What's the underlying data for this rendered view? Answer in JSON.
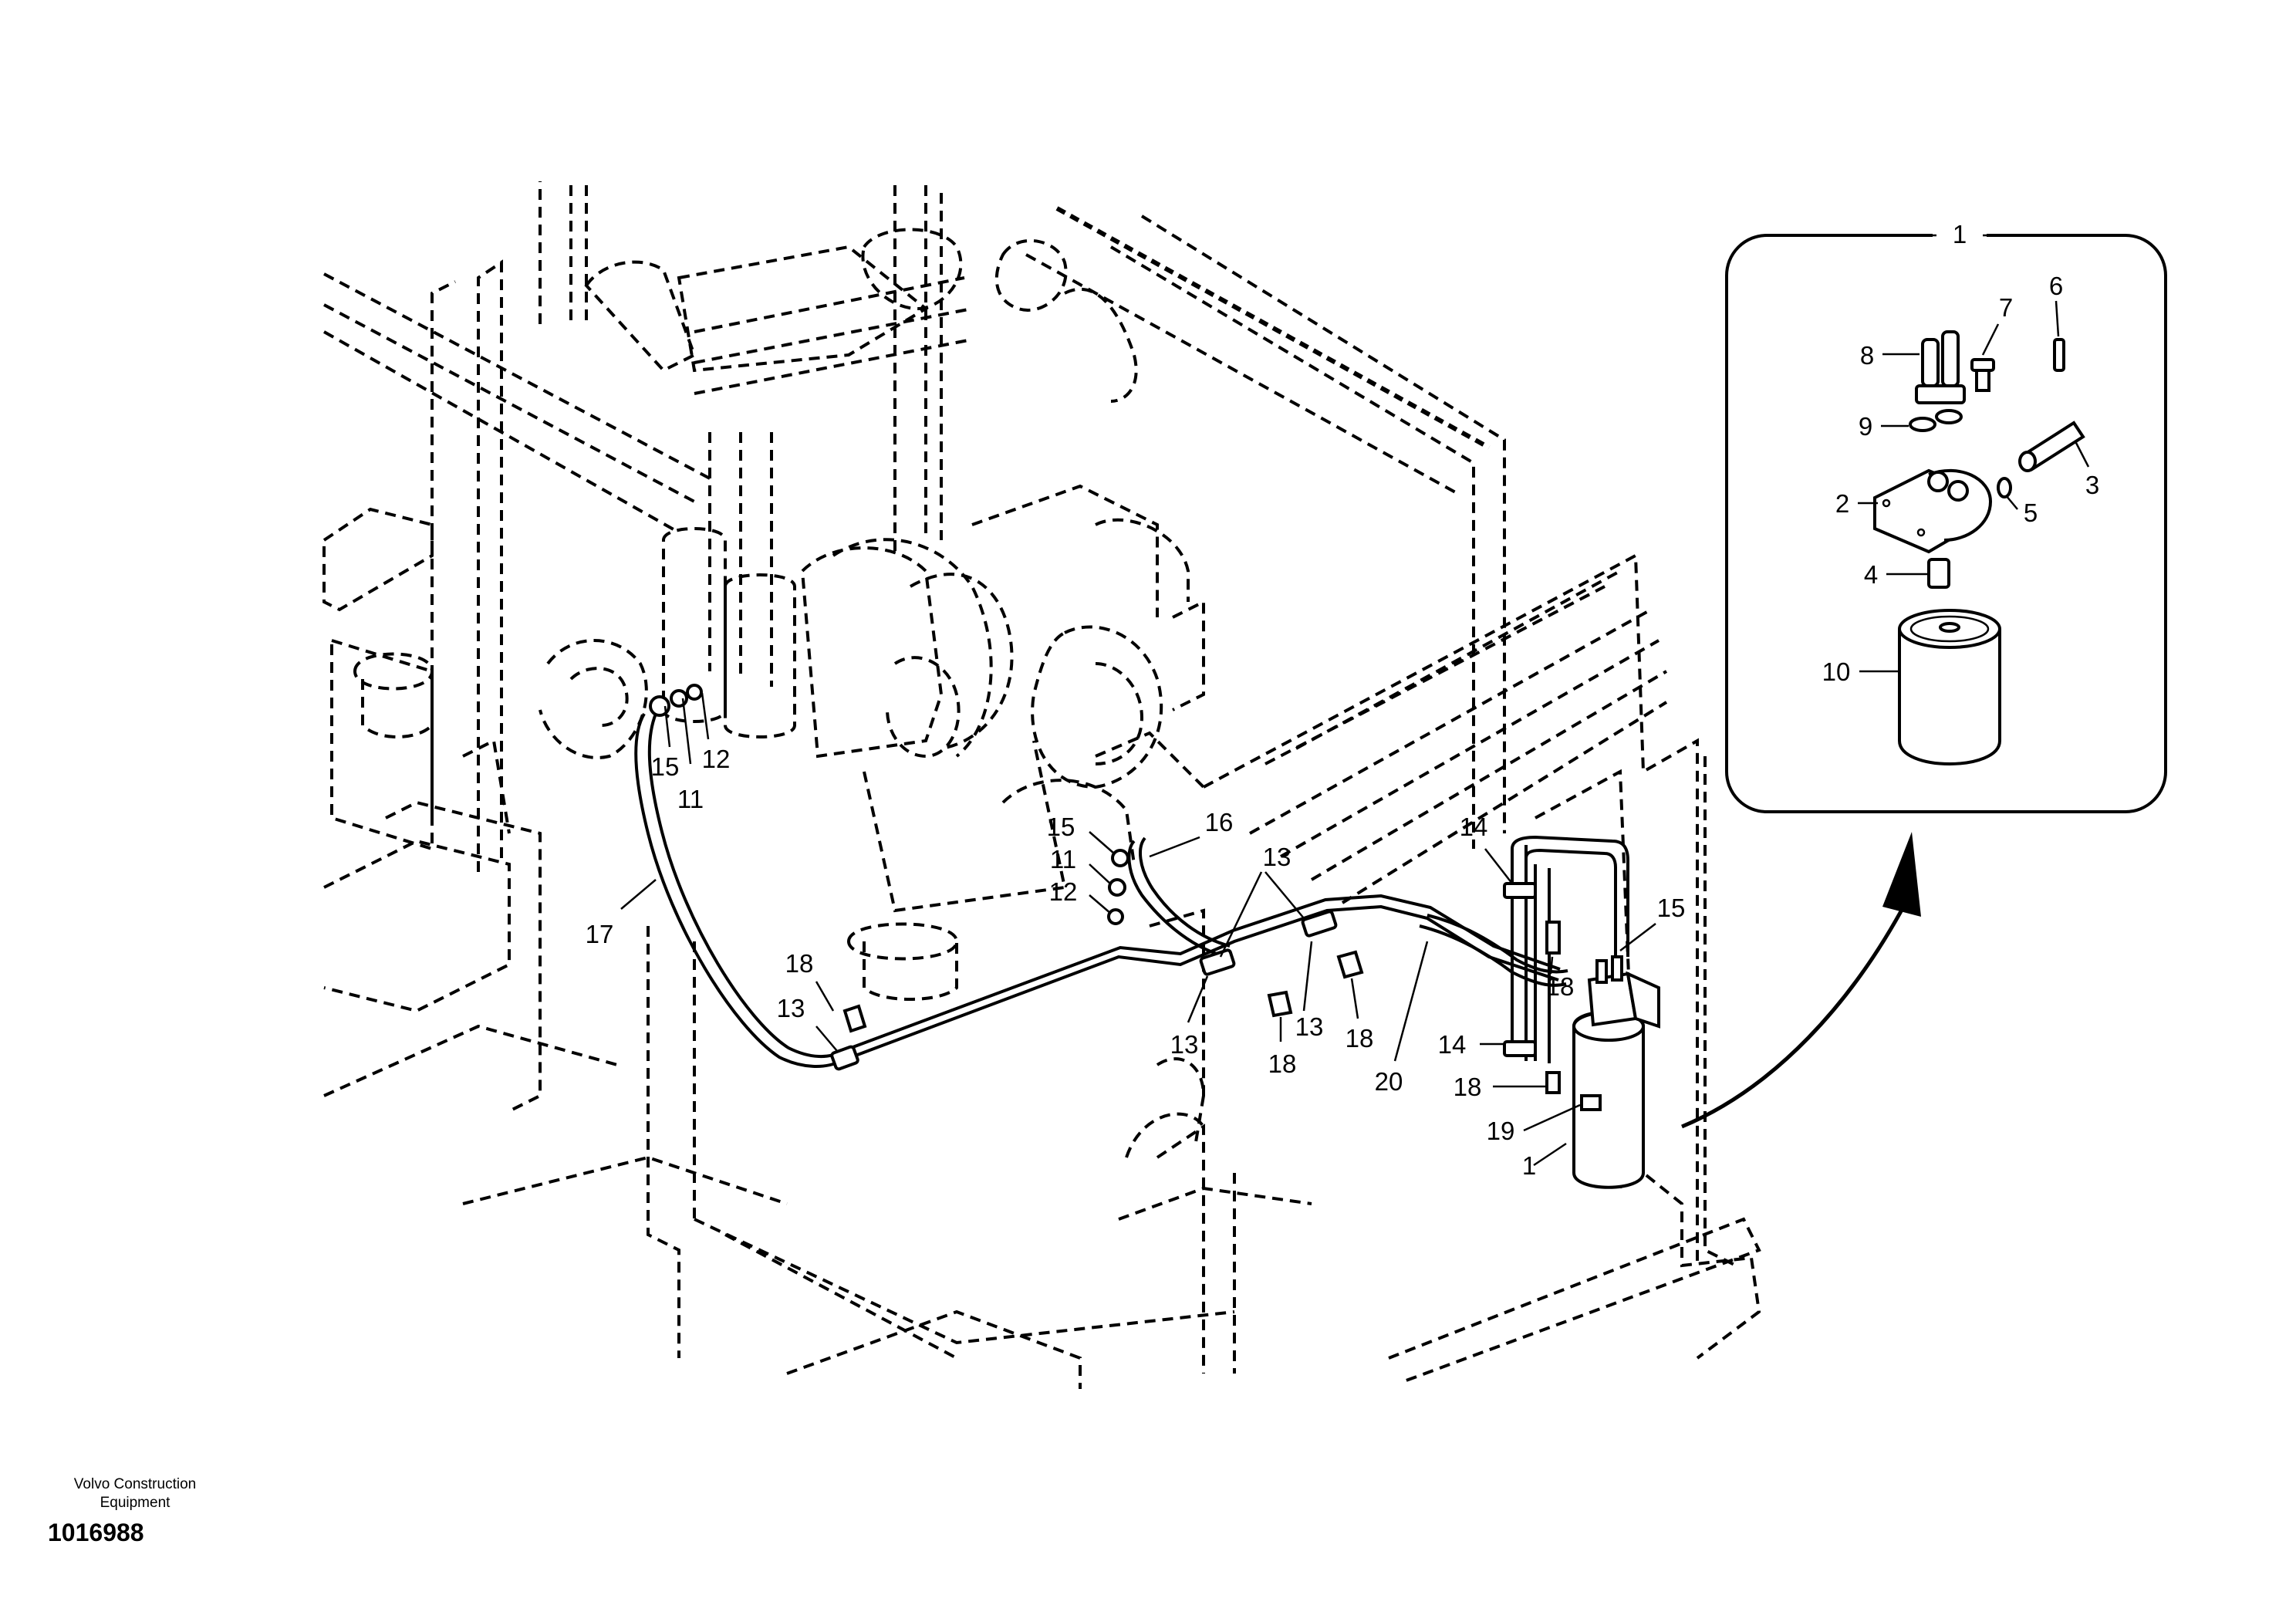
{
  "footer": {
    "brand_line1": "Volvo Construction",
    "brand_line2": "Equipment",
    "drawing_number": "1016988"
  },
  "detail_view": {
    "title": "1",
    "parts": {
      "p8": "8",
      "p7": "7",
      "p6": "6",
      "p9": "9",
      "p2": "2",
      "p3": "3",
      "p5": "5",
      "p4": "4",
      "p10": "10"
    }
  },
  "callouts": {
    "c15a": "15",
    "c12a": "12",
    "c11a": "11",
    "c17": "17",
    "c18a": "18",
    "c13a": "13",
    "c15b": "15",
    "c11b": "11",
    "c12b": "12",
    "c16": "16",
    "c13b": "13",
    "c13c": "13",
    "c13d": "13",
    "c18b": "18",
    "c18c": "18",
    "c20": "20",
    "c14a": "14",
    "c18d": "18",
    "c15c": "15",
    "c14b": "14",
    "c18e": "18",
    "c19": "19",
    "c1": "1"
  }
}
